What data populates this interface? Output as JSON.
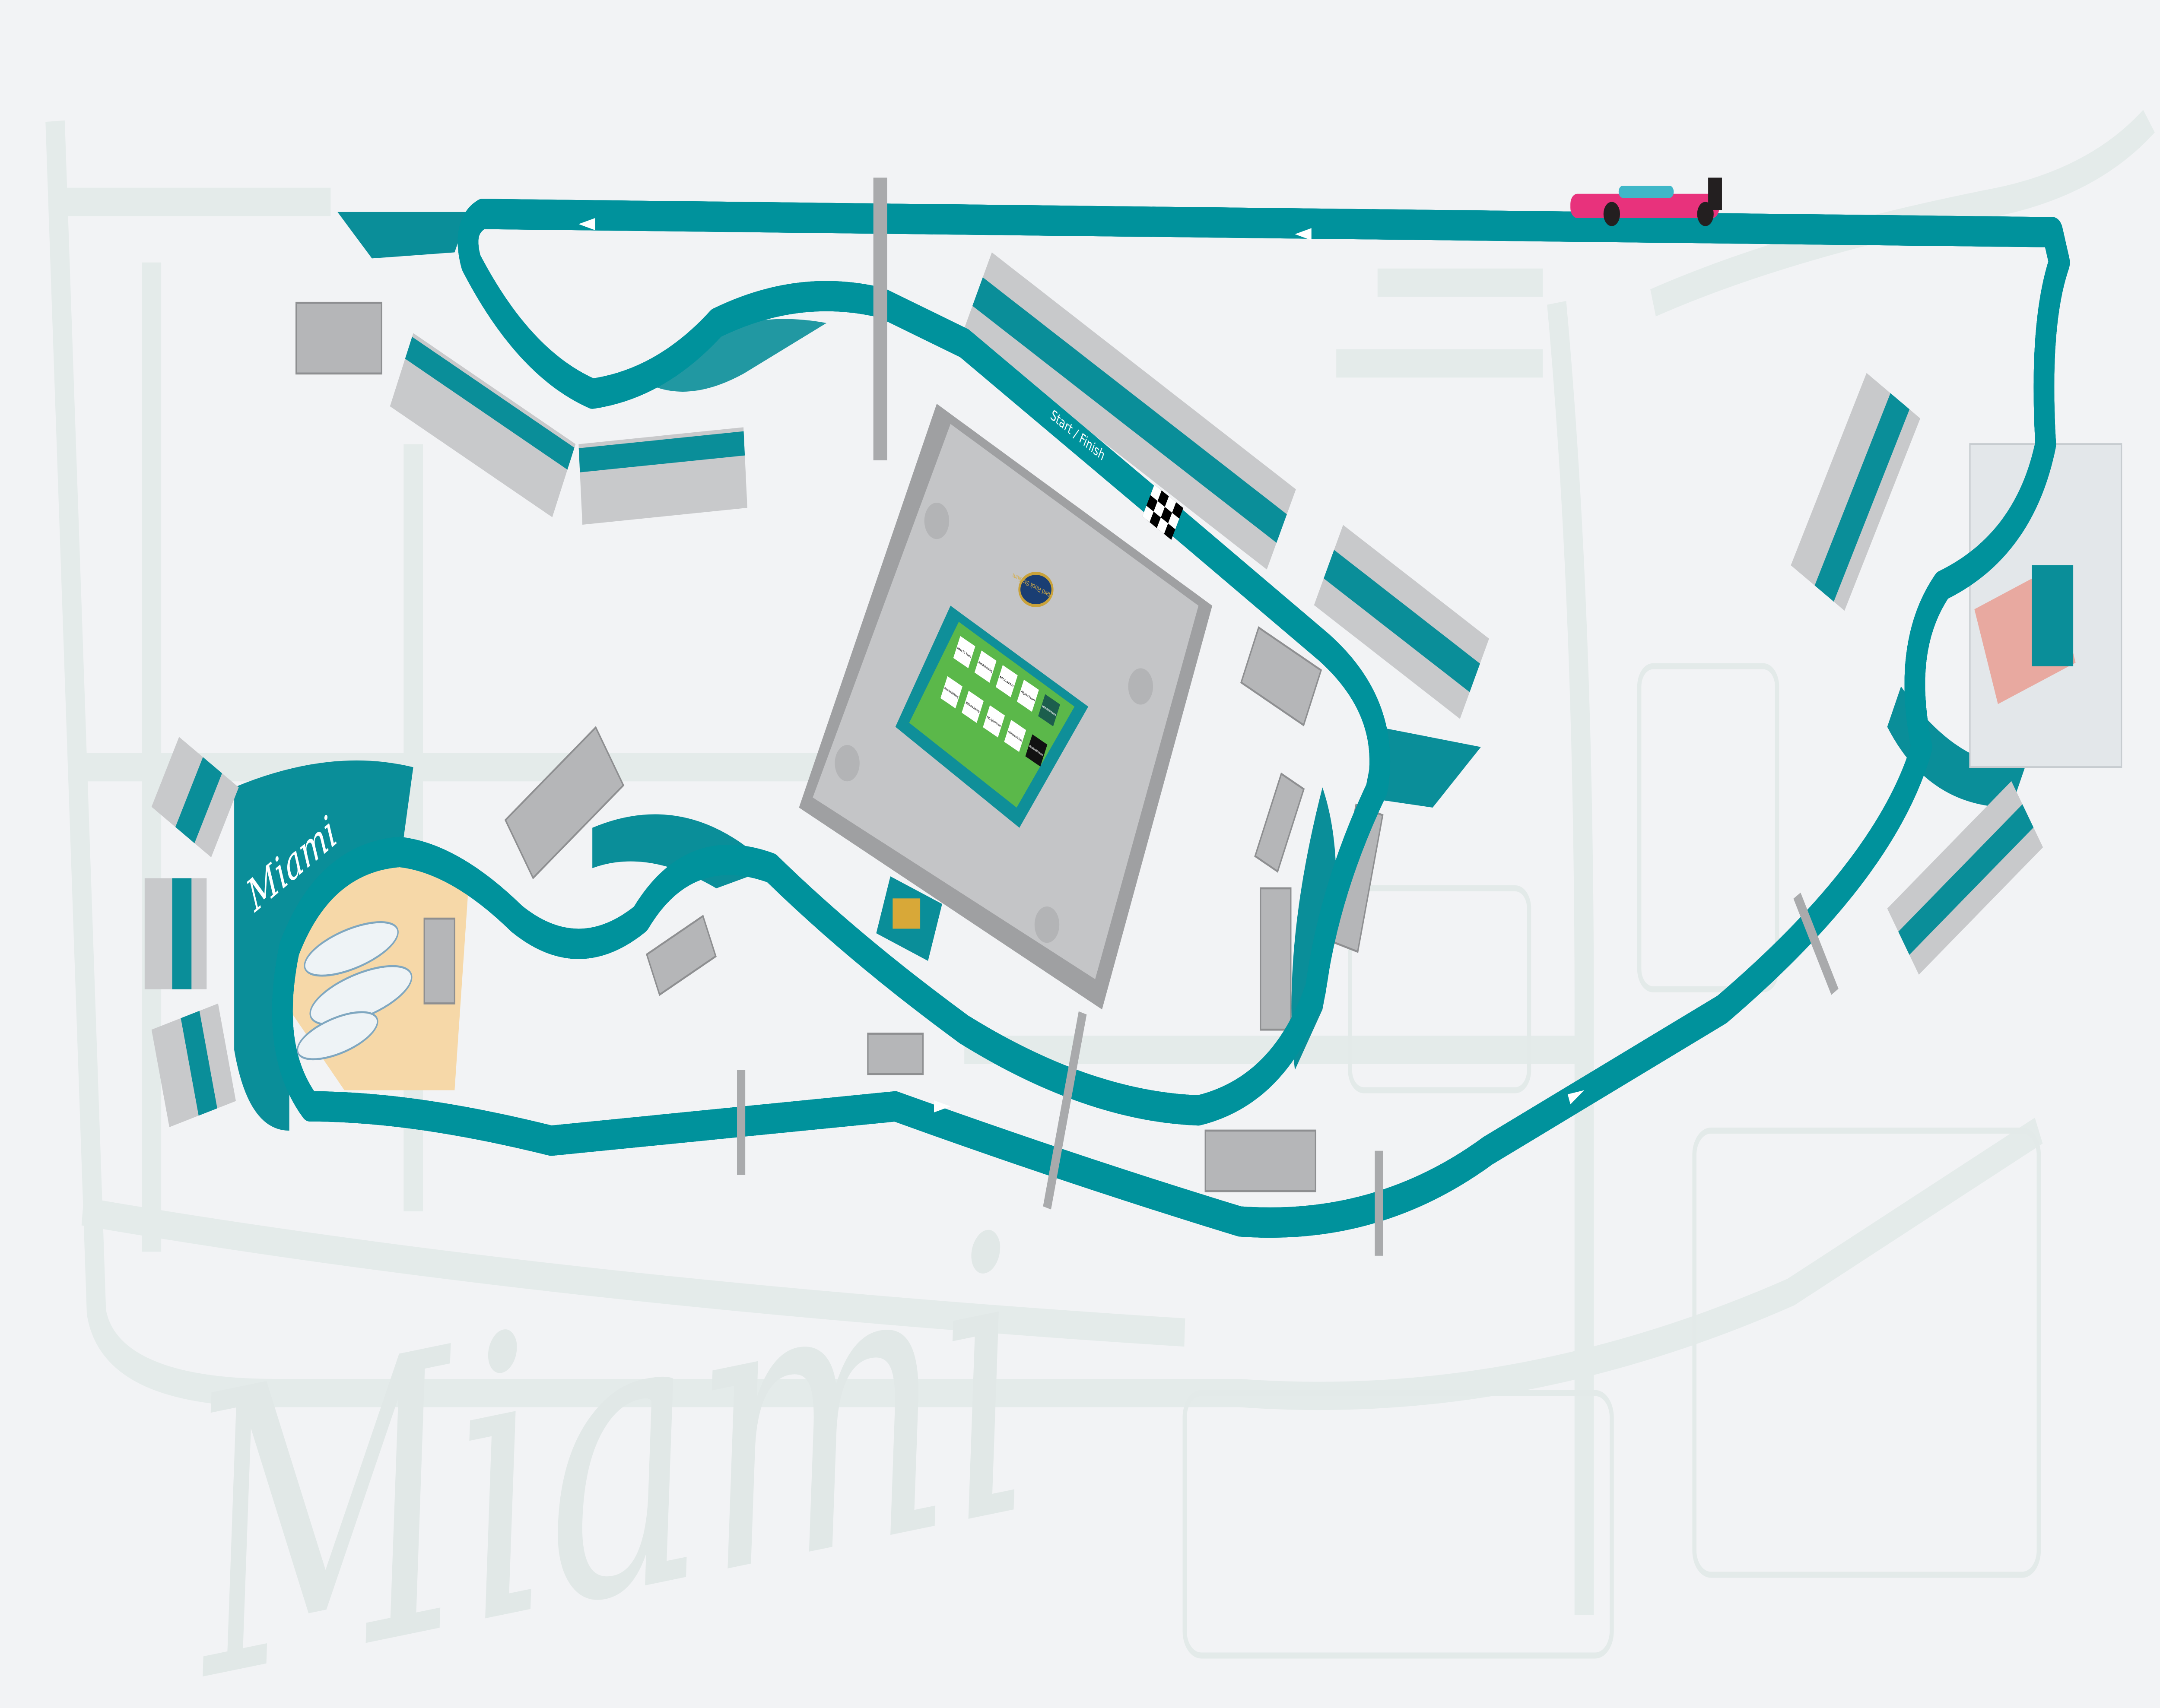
{
  "map": {
    "start_finish_label": "Start / Finish",
    "marina_label": "Miami",
    "watermark_label": "Miami",
    "stadium_logo": "Hard Rock Stadium",
    "team_logos": [
      "Haas F1 Team",
      "Red Bull Racing",
      "McLaren",
      "AlphaTauri",
      "Aston Martin Aramco",
      "Oracle Red Bull Racing",
      "Williams Racing",
      "BWT Alpine F1 Team",
      "Alfa Romeo F1 Team",
      "Mercedes-AMG Petronas"
    ],
    "colors": {
      "background": "#f2f3f5",
      "track": "#231f20",
      "track_edge": "#00929c",
      "grandstand": "#c8c9cb",
      "grandstand_seats": "#0a8e99",
      "landscape": "#0a8e99",
      "ghost_roads": "#e4ebea",
      "car": "#e8327c"
    }
  }
}
